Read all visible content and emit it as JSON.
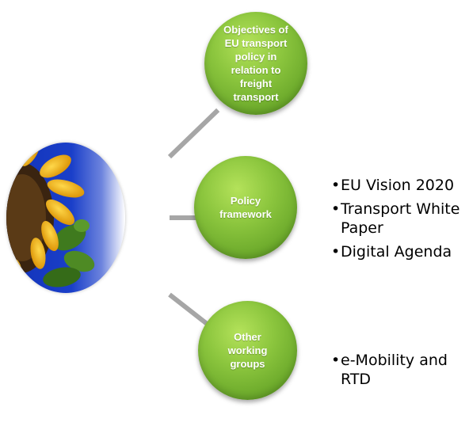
{
  "diagram": {
    "nodes": [
      {
        "id": "objectives",
        "label": "Objectives of EU transport policy in relation to freight transport",
        "items": []
      },
      {
        "id": "policy",
        "label": "Policy framework",
        "items": [
          "EU Vision 2020",
          "Transport White Paper",
          "Digital Agenda"
        ]
      },
      {
        "id": "other",
        "label": "Other working groups",
        "items": [
          "e-Mobility and RTD"
        ]
      }
    ],
    "bullet_glyph": "•"
  },
  "colors": {
    "node_green": "#8cc63e",
    "connector_gray": "#a6a6a6",
    "text_white": "#ffffff",
    "sky_blue": "#1a3fc9",
    "petal_yellow": "#f5b820"
  }
}
